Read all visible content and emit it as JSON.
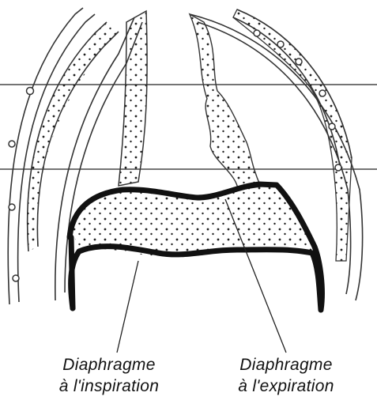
{
  "labels": {
    "inspiration": {
      "line1": "Diaphragme",
      "line2": "à l'inspiration"
    },
    "expiration": {
      "line1": "Diaphragme",
      "line2": "à l'expiration"
    }
  },
  "colors": {
    "ink": "#111111",
    "background": "#ffffff",
    "stipple": "#222222"
  }
}
